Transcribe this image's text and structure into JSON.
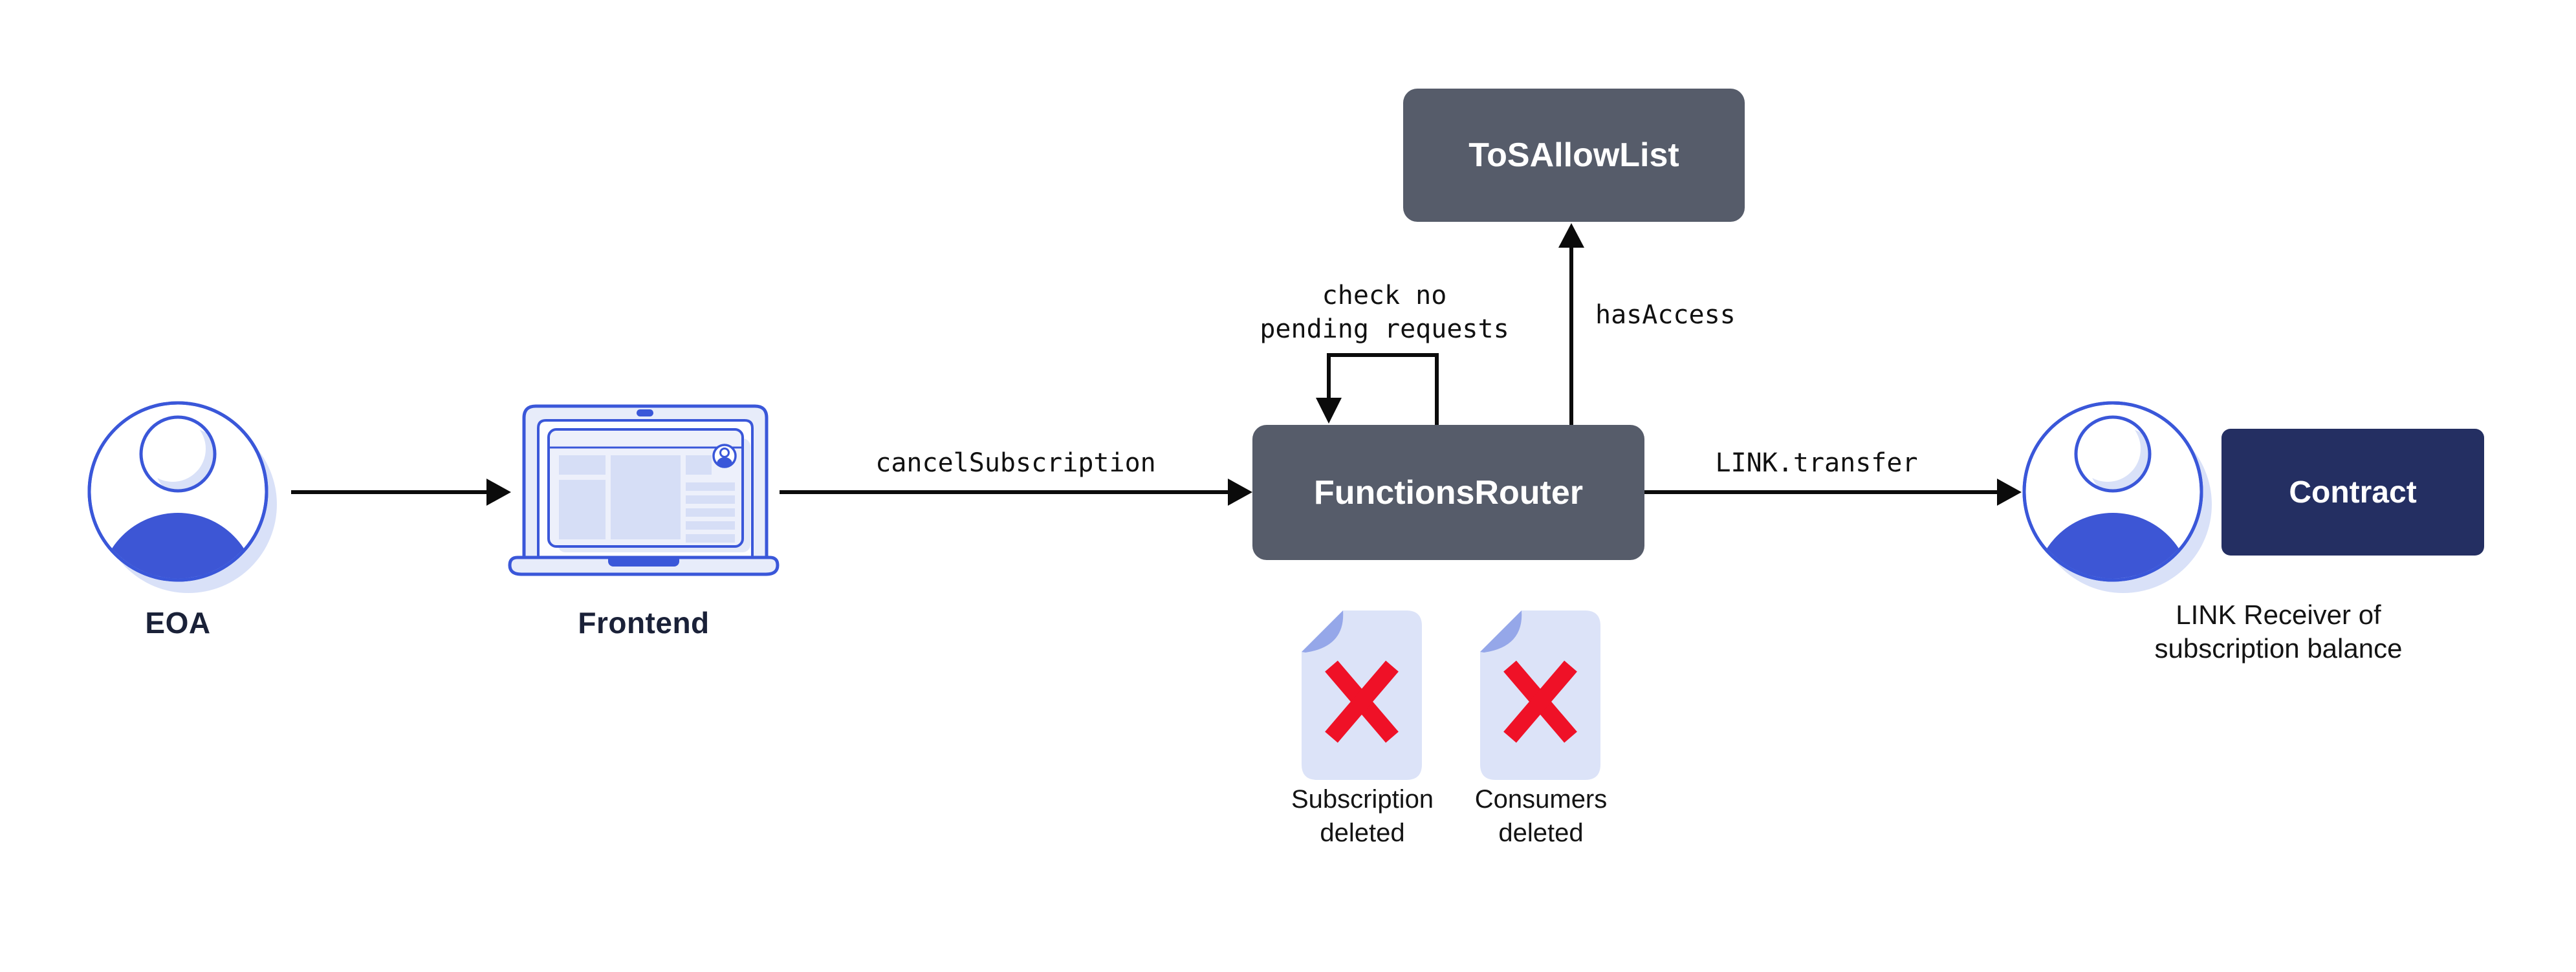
{
  "diagram": {
    "background": "#ffffff",
    "colors": {
      "accent_blue": "#3a57d9",
      "person_fill_blue": "#3d56d5",
      "shadow_blue": "#d9e1f8",
      "slate_box": "#565c6a",
      "navy_box": "#242f62",
      "doc_fill": "#dce3f8",
      "doc_fold": "#95a7e9",
      "delete_red": "#ef1127",
      "connector_black": "#0b0b0b",
      "label_dark": "#1a2138",
      "box_text": "#ffffff"
    },
    "nodes": {
      "eoa": {
        "label": "EOA"
      },
      "frontend": {
        "label": "Frontend"
      },
      "functions_router": {
        "label": "FunctionsRouter"
      },
      "tos_allow_list": {
        "label": "ToSAllowList"
      },
      "contract": {
        "label": "Contract"
      },
      "link_receiver": {
        "line1": "LINK Receiver of",
        "line2": "subscription balance"
      }
    },
    "edges": {
      "frontend_to_router": {
        "label": "cancelSubscription"
      },
      "router_self_loop": {
        "line1": "check no",
        "line2": "pending requests"
      },
      "router_to_tos": {
        "label": "hasAccess"
      },
      "router_to_receiver": {
        "label": "LINK.transfer"
      }
    },
    "artifacts": {
      "subscription_deleted": {
        "line1": "Subscription",
        "line2": "deleted"
      },
      "consumers_deleted": {
        "line1": "Consumers",
        "line2": "deleted"
      }
    }
  }
}
